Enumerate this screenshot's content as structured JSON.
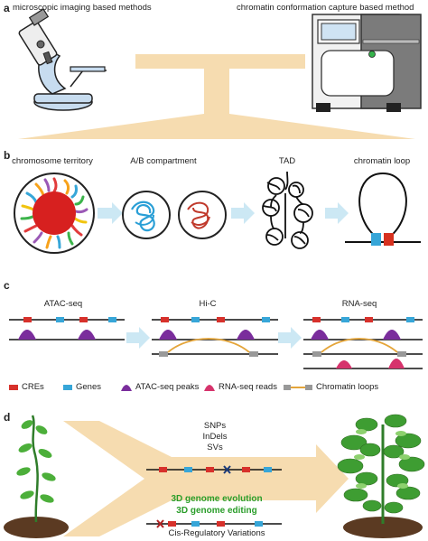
{
  "panel_a": {
    "letter": "a",
    "left_label": "microscopic imaging based methods",
    "right_label": "chromatin conformation capture based method"
  },
  "panel_b": {
    "letter": "b",
    "stages": [
      "chromosome territory",
      "A/B compartment",
      "TAD",
      "chromatin loop"
    ]
  },
  "panel_c": {
    "letter": "c",
    "columns": [
      "ATAC-seq",
      "Hi-C",
      "RNA-seq"
    ],
    "legend": [
      "CREs",
      "Genes",
      "ATAC-seq peaks",
      "RNA-seq reads",
      "Chromatin loops"
    ]
  },
  "panel_d": {
    "letter": "d",
    "variant_labels": [
      "SNPs",
      "InDels",
      "SVs"
    ],
    "green_labels": [
      "3D genome evolution",
      "3D genome editing"
    ],
    "bottom_label": "Cis-Regulatory Variations"
  },
  "colors": {
    "cre": "#d7312b",
    "gene": "#37a6d8",
    "atac": "#7a2d9c",
    "rna": "#d6336c",
    "loop": "#e4a53a",
    "arrow": "#f6dcb0",
    "green_text": "#2a9d2a"
  }
}
